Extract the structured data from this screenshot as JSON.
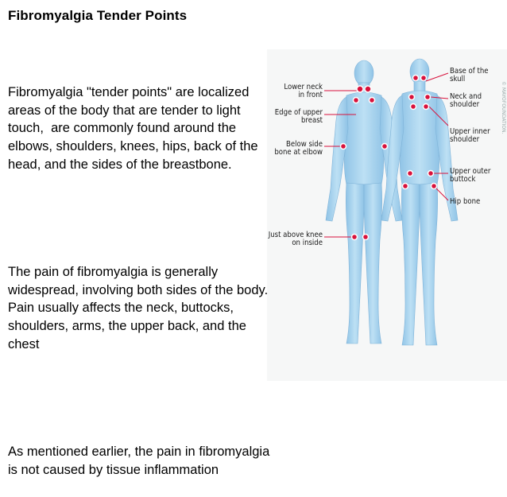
{
  "slide": {
    "title": "Fibromyalgia Tender Points",
    "paragraphs": [
      "Fibromyalgia \"tender points\" are localized areas of the body that are tender to light touch,  are commonly found around the elbows, shoulders, knees, hips, back of the head, and the sides of the breastbone.",
      "The pain of fibromyalgia is generally widespread, involving both sides of the body. Pain usually affects the neck, buttocks, shoulders, arms, the upper back, and the chest",
      "As mentioned earlier, the pain in fibromyalgia is not caused by tissue inflammation"
    ]
  },
  "figure": {
    "labels": {
      "lower_neck": [
        "Lower neck",
        "in front"
      ],
      "edge_breast": [
        "Edge of upper",
        "breast"
      ],
      "below_side": [
        "Below side",
        "bone at elbow"
      ],
      "above_knee": [
        "Just above knee",
        "on inside"
      ],
      "base_skull": [
        "Base of the",
        "skull"
      ],
      "neck_shoulder": [
        "Neck and",
        "shoulder"
      ],
      "upper_inner": [
        "Upper inner",
        "shoulder"
      ],
      "upper_outer": [
        "Upper outer",
        "buttock"
      ],
      "hip_bone": [
        "Hip bone"
      ]
    },
    "watermark": "© MAYOFOUNDATION.",
    "colors": {
      "body": "#a9d3ee",
      "marker": "#d8123c",
      "background": "#f6f7f7"
    }
  }
}
